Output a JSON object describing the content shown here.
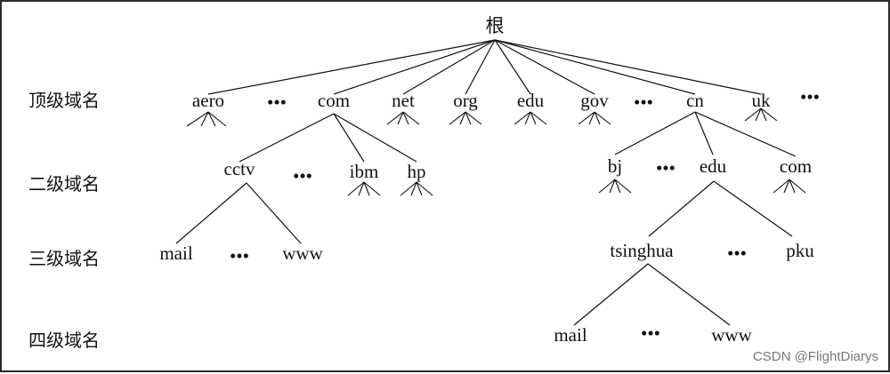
{
  "root": "根",
  "levels": [
    "顶级域名",
    "二级域名",
    "三级域名",
    "四级域名"
  ],
  "tld": {
    "aero": "aero",
    "com": "com",
    "net": "net",
    "org": "org",
    "edu": "edu",
    "gov": "gov",
    "cn": "cn",
    "uk": "uk"
  },
  "sld": {
    "cctv": "cctv",
    "ibm": "ibm",
    "hp": "hp",
    "bj": "bj",
    "edu": "edu",
    "com": "com"
  },
  "third": {
    "mail": "mail",
    "www": "www",
    "tsinghua": "tsinghua",
    "pku": "pku"
  },
  "fourth": {
    "mail": "mail",
    "www": "www"
  },
  "ellipsis": "•••",
  "watermark": "CSDN @FlightDiarys",
  "colors": {
    "ink": "#111111",
    "frame": "#2a2a2a",
    "watermark": "#777777"
  }
}
